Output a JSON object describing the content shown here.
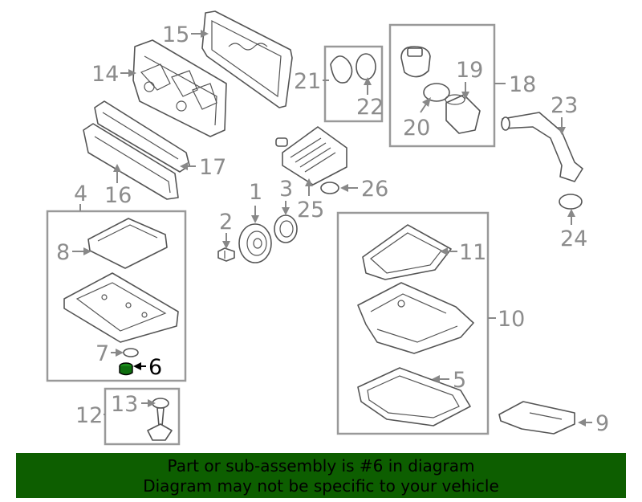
{
  "callouts": {
    "c1": "1",
    "c2": "2",
    "c3": "3",
    "c4": "4",
    "c5": "5",
    "c6": "6",
    "c7": "7",
    "c8": "8",
    "c9": "9",
    "c10": "10",
    "c11": "11",
    "c12": "12",
    "c13": "13",
    "c14": "14",
    "c15": "15",
    "c16": "16",
    "c17": "17",
    "c18": "18",
    "c19": "19",
    "c20": "20",
    "c21": "21",
    "c22": "22",
    "c23": "23",
    "c24": "24",
    "c25": "25",
    "c26": "26"
  },
  "highlighted_part": "6",
  "banner": {
    "line1": "Part or sub-assembly is #6 in diagram",
    "line2": "Diagram may not be specific to your vehicle"
  },
  "colors": {
    "banner_bg": "#0d5e00",
    "highlight": "#000000",
    "callout_text": "#8c8c8c",
    "box_stroke": "#999999"
  }
}
